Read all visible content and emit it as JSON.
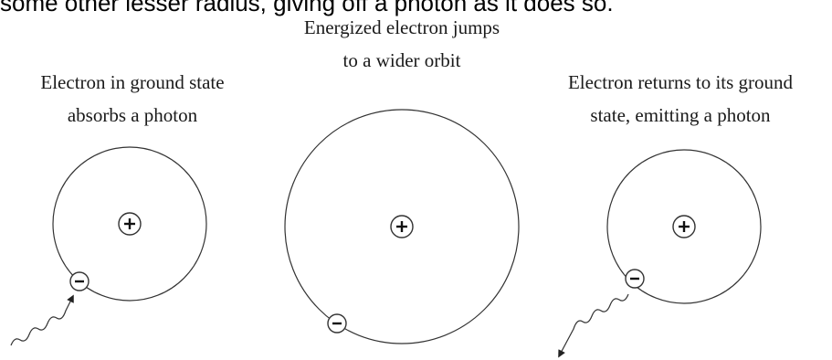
{
  "header": {
    "partial_text": "some other lesser radius, giving off a photon as it does so."
  },
  "panels": [
    {
      "caption_lines": [
        "Electron in ground state",
        "absorbs a photon"
      ],
      "nucleus_symbol": "+",
      "electron_symbol": "−",
      "photon_direction": "incoming"
    },
    {
      "caption_lines": [
        "Energized electron jumps",
        "to a wider orbit"
      ],
      "nucleus_symbol": "+",
      "electron_symbol": "−",
      "photon_direction": "none"
    },
    {
      "caption_lines": [
        "Electron returns to its ground",
        "state, emitting a photon"
      ],
      "nucleus_symbol": "+",
      "electron_symbol": "−",
      "photon_direction": "outgoing"
    }
  ],
  "colors": {
    "stroke": "#333333",
    "text": "#1a1a1a",
    "background": "#ffffff"
  }
}
